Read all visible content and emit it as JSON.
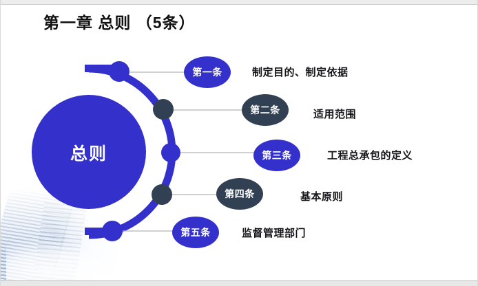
{
  "slide": {
    "title": "第一章  总则  （5条）",
    "hub_label": "总则",
    "background_photo_name": "office-building-photo"
  },
  "colors": {
    "primary_blue": "#3330cc",
    "slate": "#324054",
    "title_text": "#111111",
    "body_text": "#15161a",
    "connector_line": "#b5b5b5",
    "slide_background": "#ffffff"
  },
  "steps": [
    {
      "pill": "第一条",
      "text": "制定目的、制定依据",
      "color": "blue",
      "node_color": "blue"
    },
    {
      "pill": "第二条",
      "text": "适用范围",
      "color": "slate",
      "node_color": "slate"
    },
    {
      "pill": "第三条",
      "text": "工程总承包的定义",
      "color": "blue",
      "node_color": "blue"
    },
    {
      "pill": "第四条",
      "text": "基本原则",
      "color": "slate",
      "node_color": "slate"
    },
    {
      "pill": "第五条",
      "text": "监督管理部门",
      "color": "blue",
      "node_color": "blue"
    }
  ]
}
